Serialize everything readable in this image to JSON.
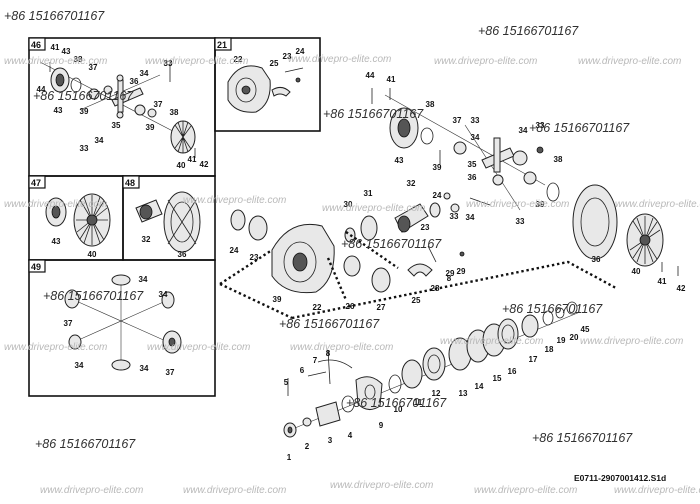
{
  "phone": "+86 15166701167",
  "website": "www.drivepro-elite.com",
  "drawing_code": "E0711-2907001412.S1d",
  "inset_tags": [
    "46",
    "21",
    "47",
    "48",
    "49"
  ],
  "part_numbers": {
    "inset46": [
      "41",
      "43",
      "38",
      "37",
      "44",
      "43",
      "39",
      "33",
      "34",
      "35",
      "36",
      "33",
      "34",
      "37",
      "39",
      "38",
      "40",
      "41",
      "42"
    ],
    "inset21": [
      "22",
      "25",
      "23",
      "24"
    ],
    "inset47": [
      "43",
      "40"
    ],
    "inset48": [
      "32",
      "36"
    ],
    "inset49": [
      "34",
      "37",
      "34",
      "34",
      "37",
      "34"
    ],
    "main": [
      "44",
      "41",
      "38",
      "37",
      "33",
      "34",
      "34",
      "33",
      "43",
      "39",
      "35",
      "36",
      "33",
      "39",
      "38",
      "30",
      "31",
      "32",
      "24",
      "23",
      "29",
      "33",
      "34",
      "24",
      "23",
      "26",
      "27",
      "22",
      "39",
      "28",
      "8",
      "29",
      "25",
      "36",
      "40",
      "41",
      "42",
      "17",
      "18",
      "19",
      "20",
      "45",
      "16",
      "15",
      "14",
      "13",
      "12",
      "11",
      "10",
      "9",
      "8",
      "7",
      "6",
      "5",
      "4",
      "3",
      "2",
      "1"
    ]
  }
}
